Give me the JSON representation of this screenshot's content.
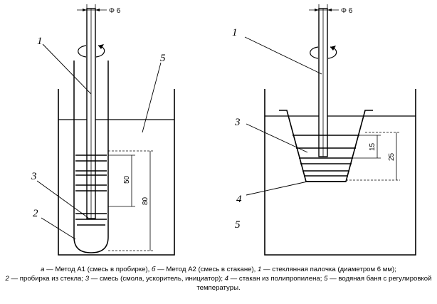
{
  "diagram": {
    "left": {
      "diameter_label": "Φ 6",
      "labels": {
        "rod": "1",
        "bath": "5",
        "mixture": "3",
        "tube": "2"
      },
      "dimensions": {
        "inner": "50",
        "outer": "80"
      }
    },
    "right": {
      "diameter_label": "Φ 6",
      "labels": {
        "rod": "1",
        "mixture": "3",
        "cup": "4",
        "bath": "5"
      },
      "dimensions": {
        "inner": "15",
        "outer": "25"
      }
    }
  },
  "caption": {
    "a_letter": "а",
    "a_text": " — Метод А1 (смесь в пробирке), ",
    "b_letter": "б",
    "b_text": " — Метод А2 (смесь в стакане), ",
    "n1": "1",
    "t1": " — стеклянная палочка (диаметром 6 мм);",
    "n2": "2",
    "t2": " — пробирка из стекла; ",
    "n3": "3",
    "t3": " — смесь (смола, ускоритель, инициатор); ",
    "n4": "4",
    "t4": " — стакан из полипропилена; ",
    "n5": "5",
    "t5": " — водяная баня с регулировкой температуры."
  }
}
